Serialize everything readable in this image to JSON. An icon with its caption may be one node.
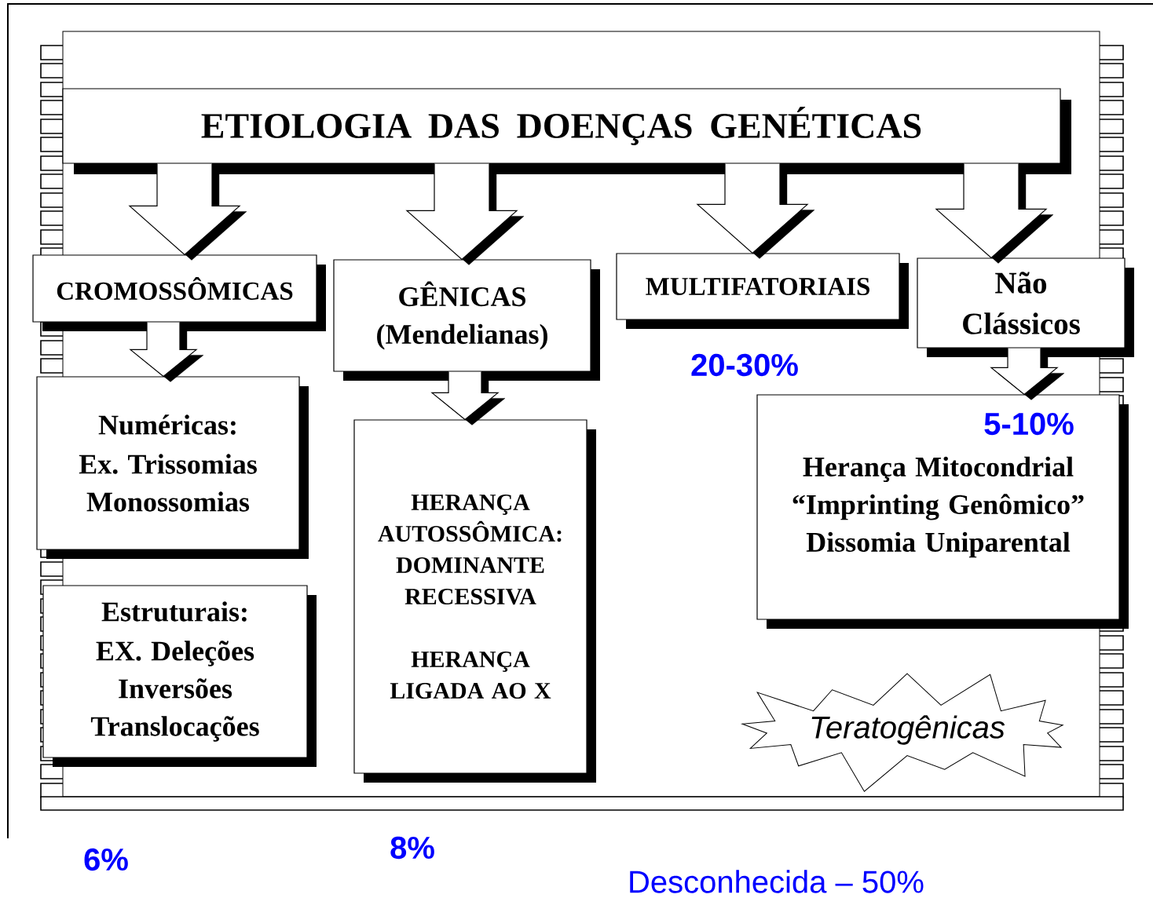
{
  "diagram": {
    "nodes": [
      {
        "text": [
          "ETIOLOGIA DAS DOENÇAS GENÉTICAS"
        ]
      },
      {
        "text": [
          "CROMOSSÔMICAS"
        ]
      },
      {
        "text": [
          "GÊNICAS (Mendelianas)"
        ]
      },
      {
        "text": [
          "MULTIFATORIAIS"
        ]
      },
      {
        "text": [
          "Não Clássicos"
        ]
      },
      {
        "text": [
          "Numéricas:",
          "Ex. Trissomias Monossomias"
        ]
      },
      {
        "text": [
          "Estruturais:",
          "EX. Deleções Inversões Translocações"
        ]
      },
      {
        "text": [
          "HERANÇA AUTOSSÔMICA: DOMINANTE RECESSIVA",
          "HERANÇA LIGADA AO X"
        ]
      },
      {
        "text": [
          "Herança Mitocondrial “Imprinting Genômico” Dissomia Uniparental"
        ]
      },
      {
        "text": [
          "Teratogênicas"
        ]
      }
    ],
    "edges": [
      {
        "from": 0,
        "to": 1,
        "arrow": "to"
      },
      {
        "from": 0,
        "to": 2,
        "arrow": "to"
      },
      {
        "from": 0,
        "to": 3,
        "arrow": "to"
      },
      {
        "from": 0,
        "to": 4,
        "arrow": "to"
      },
      {
        "from": 1,
        "to": 5,
        "arrow": "to"
      },
      {
        "from": 2,
        "to": 7,
        "arrow": "to"
      },
      {
        "from": 4,
        "to": 8,
        "arrow": "to"
      }
    ],
    "labels": [
      "20-30%",
      "5-10%",
      "6%",
      "8%",
      "Desconhecida – 50%"
    ]
  }
}
